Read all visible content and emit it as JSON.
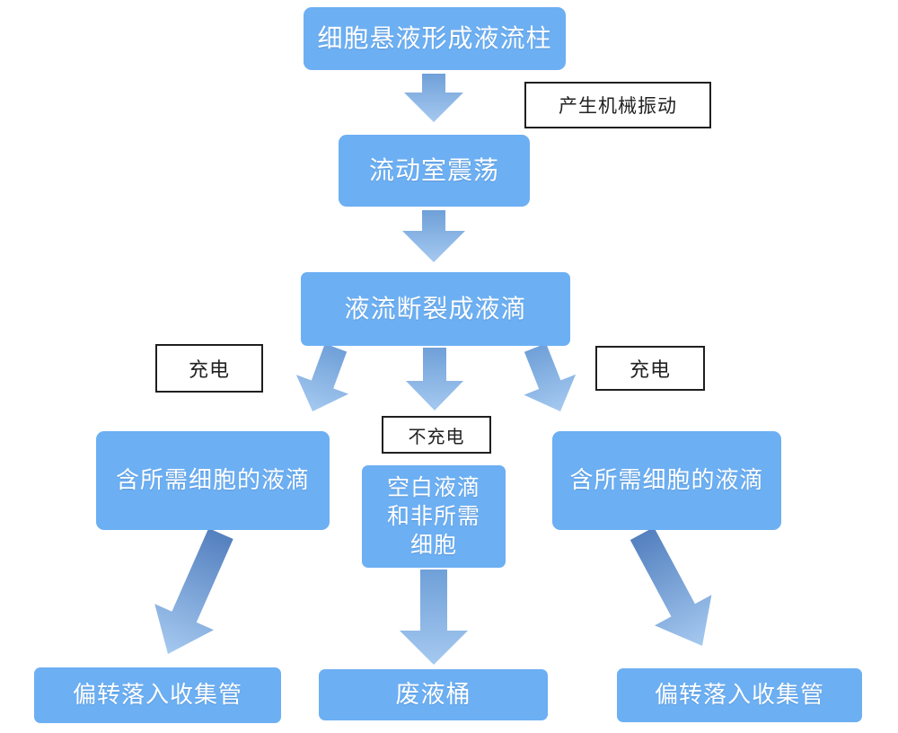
{
  "colors": {
    "page_bg": "#FFFFFF",
    "box_fill": "#6CAFF3",
    "box_text": "#FFFFFF",
    "label_border": "#1F1F1F",
    "label_text": "#222222",
    "arrow_start": "#6FA0D8",
    "arrow_start_dark": "#5480BF",
    "arrow_end": "#A5C9F0"
  },
  "diagram": {
    "type": "flowchart",
    "nodes": [
      {
        "id": "cell-suspension",
        "label": "细胞悬液形成液流柱"
      },
      {
        "id": "flow-chamber",
        "label": "流动室震荡"
      },
      {
        "id": "stream-breaks",
        "label": "液流断裂成液滴"
      },
      {
        "id": "left-branch",
        "label": "含所需细胞的液滴"
      },
      {
        "id": "middle-branch",
        "label": "空白液滴\n和非所需\n细胞"
      },
      {
        "id": "right-branch",
        "label": "含所需细胞的液滴"
      },
      {
        "id": "bottom-left",
        "label": "偏转落入收集管"
      },
      {
        "id": "bottom-middle",
        "label": "废液桶"
      },
      {
        "id": "bottom-right",
        "label": "偏转落入收集管"
      }
    ],
    "annotations": [
      {
        "id": "mechanical-vibration",
        "label": "产生机械振动"
      },
      {
        "id": "charge-left",
        "label": "充电"
      },
      {
        "id": "no-charge",
        "label": "不充电"
      },
      {
        "id": "charge-right",
        "label": "充电"
      }
    ]
  }
}
